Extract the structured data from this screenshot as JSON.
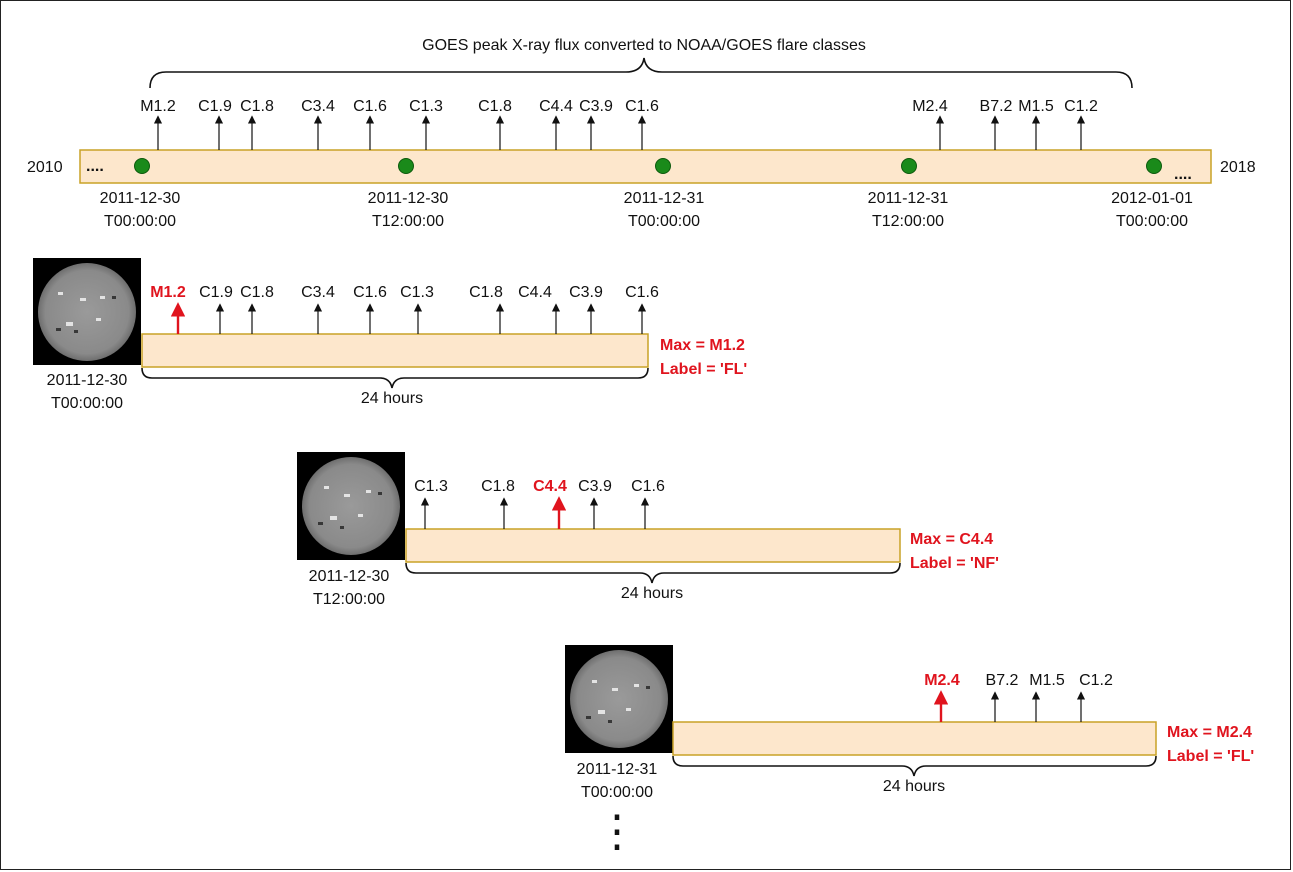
{
  "title": "GOES peak X-ray flux converted to NOAA/GOES flare classes",
  "colors": {
    "highlight": "#e0141e",
    "bar_fill": "#fde7cc",
    "bar_stroke": "#c9a227",
    "dot": "#1a8a1a"
  },
  "timeline": {
    "start_label": "2010",
    "end_label": "2018",
    "ellipsis": "....",
    "flares": [
      "M1.2",
      "C1.9",
      "C1.8",
      "C3.4",
      "C1.6",
      "C1.3",
      "C1.8",
      "C4.4",
      "C3.9",
      "C1.6",
      "M2.4",
      "B7.2",
      "M1.5",
      "C1.2"
    ],
    "dates": [
      {
        "date": "2011-12-30",
        "time": "T00:00:00"
      },
      {
        "date": "2011-12-30",
        "time": "T12:00:00"
      },
      {
        "date": "2011-12-31",
        "time": "T00:00:00"
      },
      {
        "date": "2011-12-31",
        "time": "T12:00:00"
      },
      {
        "date": "2012-01-01",
        "time": "T00:00:00"
      }
    ]
  },
  "windows": [
    {
      "date": "2011-12-30",
      "time": "T00:00:00",
      "duration": "24 hours",
      "flares": [
        "M1.2",
        "C1.9",
        "C1.8",
        "C3.4",
        "C1.6",
        "C1.3",
        "C1.8",
        "C4.4",
        "C3.9",
        "C1.6"
      ],
      "max_index": 0,
      "max_label": "Max =  M1.2",
      "class_label": "Label = 'FL'"
    },
    {
      "date": "2011-12-30",
      "time": "T12:00:00",
      "duration": "24 hours",
      "flares": [
        "C1.3",
        "C1.8",
        "C4.4",
        "C3.9",
        "C1.6"
      ],
      "max_index": 2,
      "max_label": "Max =  C4.4",
      "class_label": "Label = 'NF'"
    },
    {
      "date": "2011-12-31",
      "time": "T00:00:00",
      "duration": "24 hours",
      "flares": [
        "M2.4",
        "B7.2",
        "M1.5",
        "C1.2"
      ],
      "max_index": 0,
      "max_label": "Max =  M2.4",
      "class_label": "Label = 'FL'"
    }
  ],
  "continuation": "⋮"
}
